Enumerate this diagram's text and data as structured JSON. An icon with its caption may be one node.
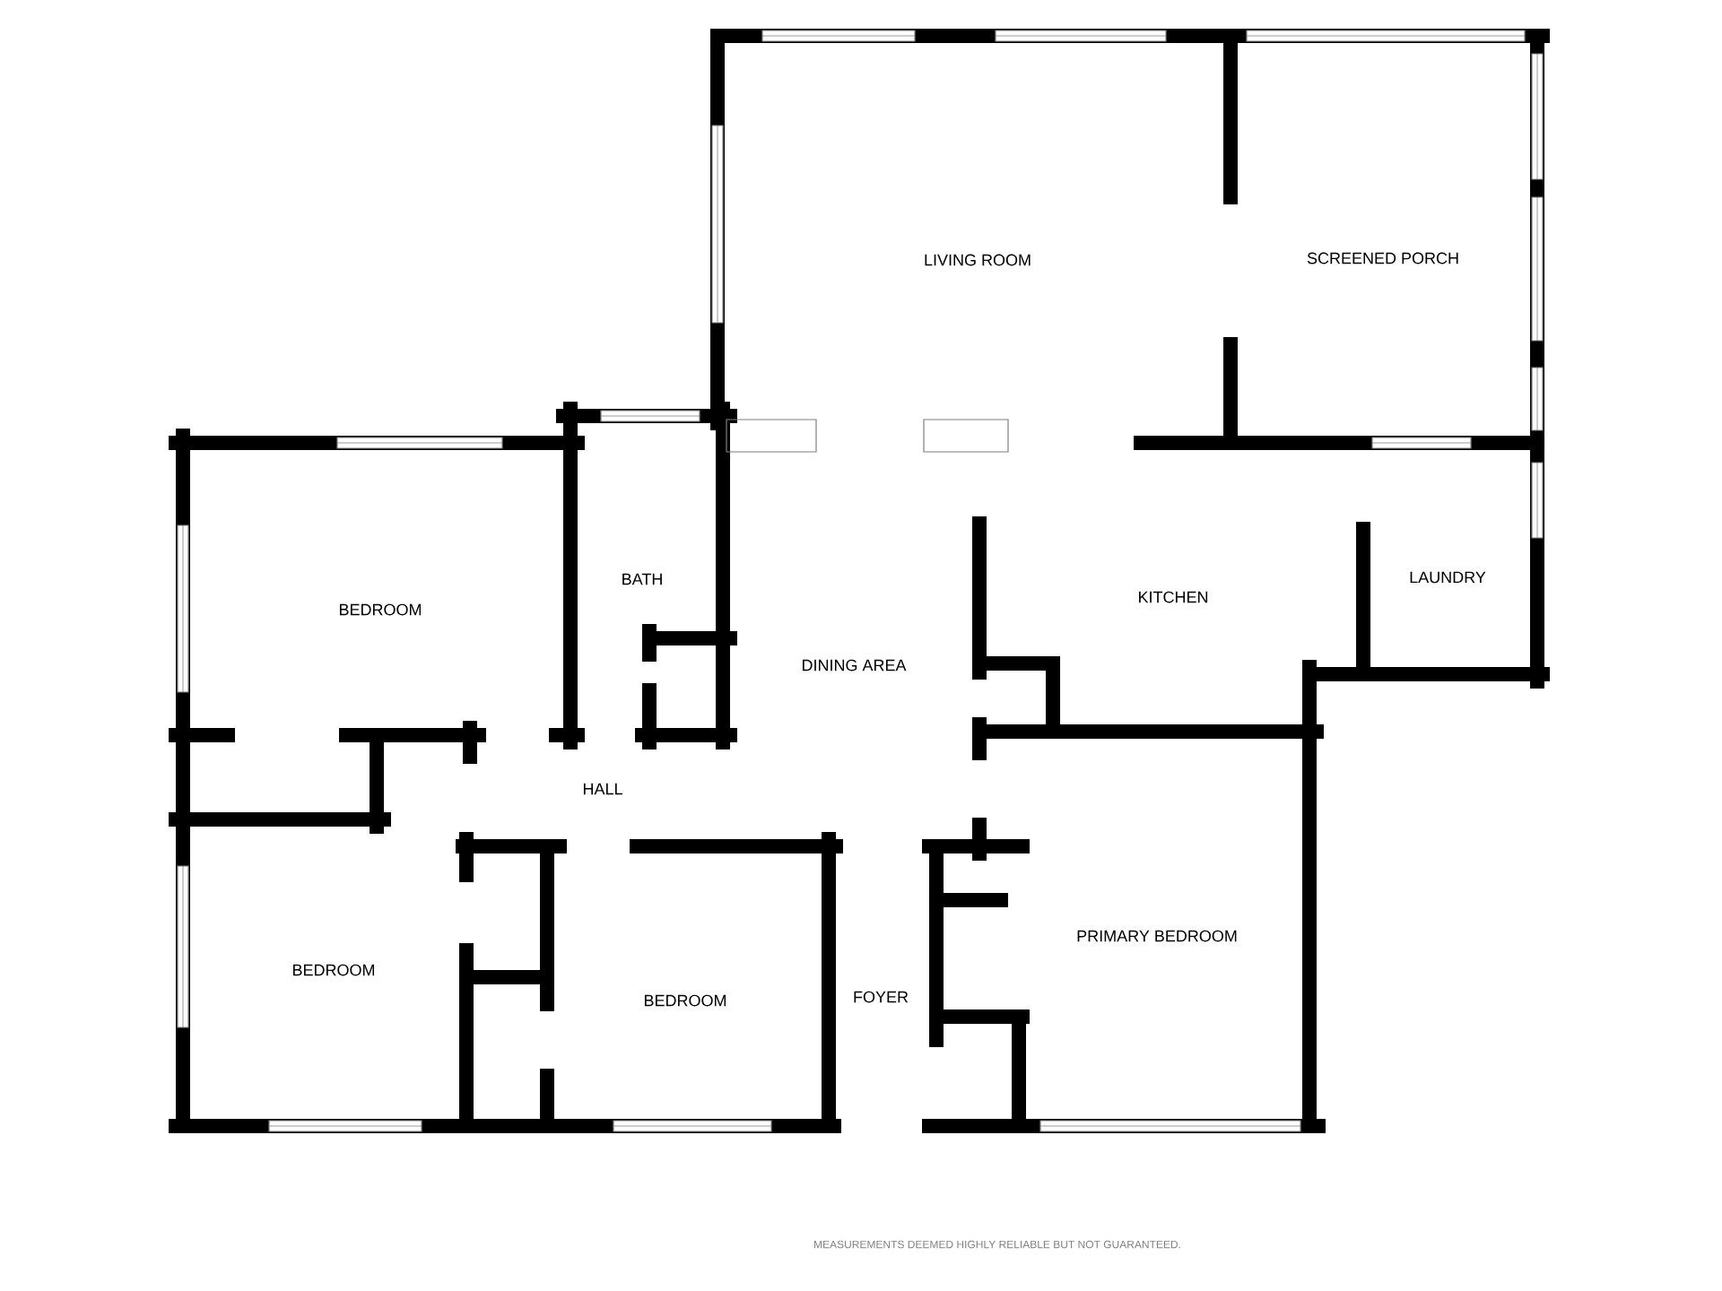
{
  "diagram": {
    "labels": [
      "LIVING ROOM",
      "SCREENED PORCH",
      "BEDROOM",
      "BATH",
      "KITCHEN",
      "LAUNDRY",
      "DINING AREA",
      "HALL",
      "BEDROOM",
      "BEDROOM",
      "FOYER",
      "PRIMARY BEDROOM",
      "MEASUREMENTS DEEMED HIGHLY RELIABLE BUT NOT GUARANTEED."
    ]
  }
}
